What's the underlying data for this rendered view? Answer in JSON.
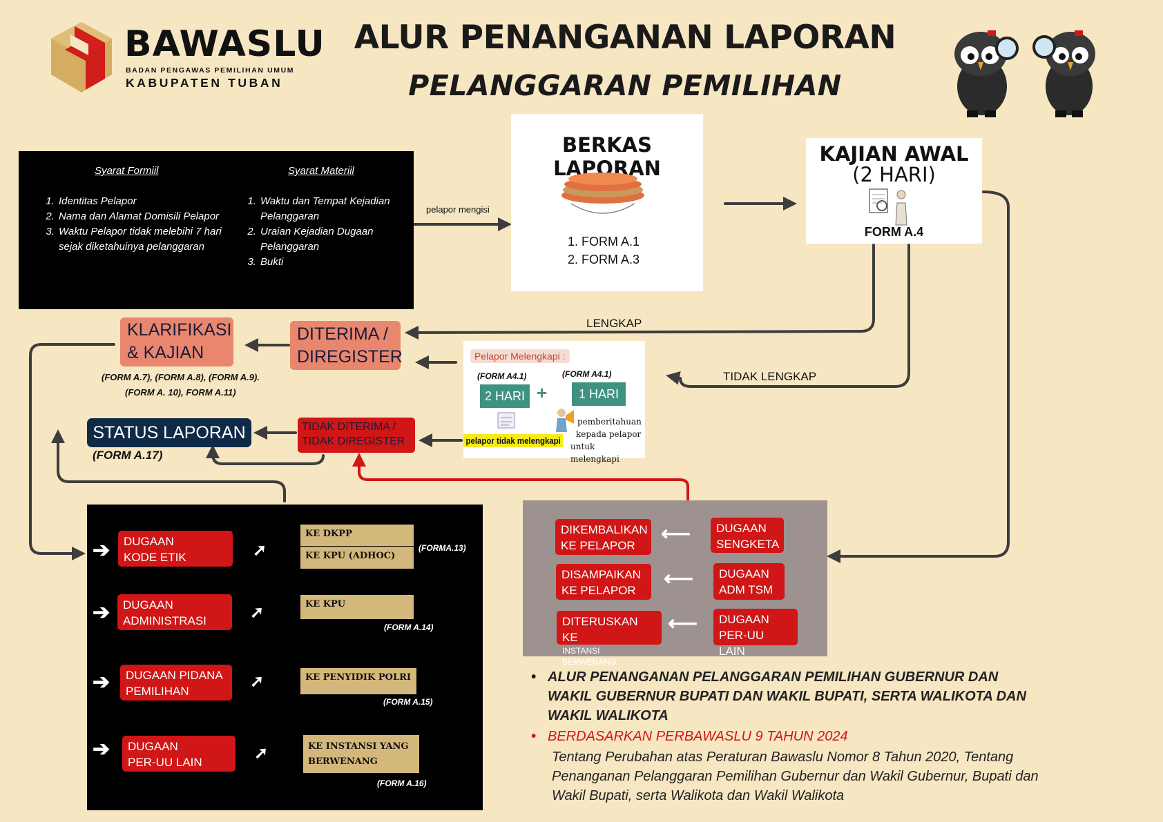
{
  "logo": {
    "name": "BAWASLU",
    "subtitle": "BADAN PENGAWAS PEMILIHAN UMUM",
    "region": "KABUPATEN TUBAN"
  },
  "title": {
    "line1": "ALUR PENANGANAN LAPORAN",
    "line2": "PELANGGARAN PEMILIHAN"
  },
  "syarat": {
    "formil_heading": "Syarat Formiil",
    "formil_items": [
      "Identitas Pelapor",
      "Nama dan Alamat Domisili Pelapor",
      "Waktu Pelapor tidak melebihi 7 hari sejak diketahuinya pelanggaran"
    ],
    "materiil_heading": "Syarat Materiil",
    "materiil_items": [
      "Waktu dan Tempat Kejadian Pelanggaran",
      "Uraian Kejadian Dugaan Pelanggaran",
      "Bukti"
    ]
  },
  "edge_pelapor_mengisi": "pelapor mengisi",
  "berkas": {
    "title": "BERKAS LAPORAN",
    "forms": [
      "FORM A.1",
      "FORM A.3"
    ]
  },
  "kajian_awal": {
    "title": "KAJIAN AWAL",
    "duration": "(2 HARI)",
    "form": "FORM A.4"
  },
  "edge_lengkap": "LENGKAP",
  "edge_tidak_lengkap": "TIDAK LENGKAP",
  "klarifikasi": {
    "line1": "KLARIFIKASI",
    "line2": "& KAJIAN",
    "forms_line1": "(FORM A.7), (FORM A.8), (FORM A.9).",
    "forms_line2": "(FORM A. 10), FORM A.11)"
  },
  "diterima": {
    "line1": "DITERIMA /",
    "line2": "DIREGISTER"
  },
  "melengkapi": {
    "heading": "Pelapor Melengkapi :",
    "form_left": "(FORM A4.1)",
    "form_right": "(FORM A4.1)",
    "days_left": "2 HARI",
    "plus": "+",
    "days_right": "1 HARI",
    "highlight": "pelapor tidak melengkapi",
    "note_line1": "pemberitahuan",
    "note_line2": "kepada pelapor",
    "note_line3": "untuk melengkapi"
  },
  "status": {
    "label": "STATUS LAPORAN",
    "form": "(FORM A.17)"
  },
  "tidak_diterima": {
    "line1": "TIDAK DITERIMA /",
    "line2": "TIDAK DIREGISTER"
  },
  "dugaan": [
    {
      "line1": "DUGAAN",
      "line2": "KODE ETIK",
      "targets": [
        "KE DKPP",
        "KE KPU (ADHOC)"
      ],
      "form": "(FORMA.13)"
    },
    {
      "line1": "DUGAAN",
      "line2": "ADMINISTRASI",
      "targets": [
        "KE KPU"
      ],
      "form": "(FORM A.14)"
    },
    {
      "line1": "DUGAAN PIDANA",
      "line2": "PEMILIHAN",
      "targets": [
        "KE PENYIDIK POLRI"
      ],
      "form": "(FORM A.15)"
    },
    {
      "line1": "DUGAAN",
      "line2": "PER-UU LAIN",
      "targets": [
        "KE INSTANSI YANG BERWENANG"
      ],
      "form": "(FORM A.16)"
    }
  ],
  "grey_panel": {
    "rows": [
      {
        "left_line1": "DIKEMBALIKAN",
        "left_line2": "KE PELAPOR",
        "right_line1": "DUGAAN",
        "right_line2": "SENGKETA"
      },
      {
        "left_line1": "DISAMPAIKAN",
        "left_line2": "KE PELAPOR",
        "right_line1": "DUGAAN",
        "right_line2": "ADM TSM"
      },
      {
        "left_line1": "DITERUSKAN KE",
        "left_line2": "INSTANSI BERWENANG",
        "right_line1": "DUGAAN",
        "right_line2": "PER-UU LAIN"
      }
    ]
  },
  "notes": {
    "bullet1": "ALUR PENANGANAN PELANGGARAN PEMILIHAN GUBERNUR DAN WAKIL GUBERNUR BUPATI DAN WAKIL BUPATI, SERTA WALIKOTA DAN WAKIL WALIKOTA",
    "bullet2": "BERDASARKAN PERBAWASLU 9 TAHUN 2024",
    "detail": "Tentang Perubahan atas Peraturan Bawaslu Nomor 8 Tahun 2020, Tentang Penanganan Pelanggaran Pemilihan Gubernur dan Wakil Gubernur, Bupati dan Wakil Bupati, serta Walikota dan Wakil Walikota"
  },
  "colors": {
    "background": "#f7e6c2",
    "red": "#d01616",
    "salmon": "#e8876e",
    "navy": "#0e2a47",
    "gold": "#d4b77b",
    "grey": "#9d9290",
    "connector": "#3d3d3d"
  }
}
